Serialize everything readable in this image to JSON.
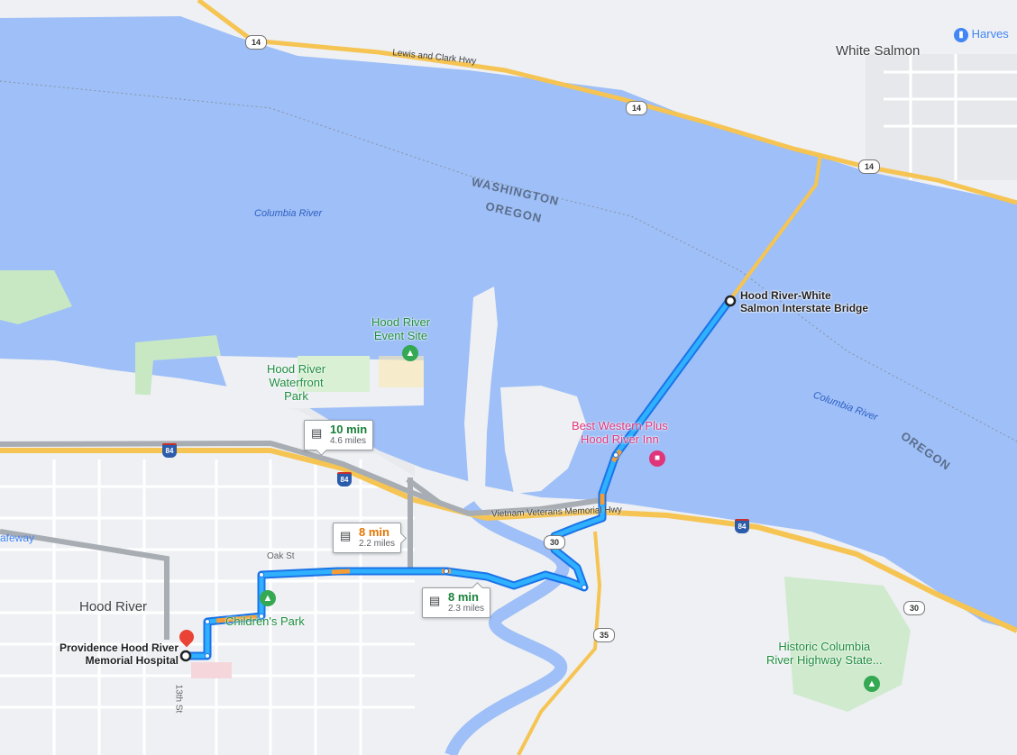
{
  "colors": {
    "water": "#9ebff7",
    "land": "#eef0f3",
    "urban": "#e3e5e8",
    "park": "#c8e8c4",
    "highway": "#f6c453",
    "primary_route": "#1a73e8",
    "route_fill": "#2fb1ff",
    "alt_route": "#a8adb3",
    "traffic_slow": "#f29d37",
    "eta_fast": "#188038",
    "eta_slow": "#e37400",
    "poi_pink": "#e0357b",
    "park_green": "#1e8e3e",
    "marker_red": "#ea4335"
  },
  "labels": {
    "white_salmon": "White Salmon",
    "harvest": "Harves",
    "hood_river_town": "Hood River",
    "safeway": "afeway",
    "columbia_river_1": "Columbia River",
    "columbia_river_2": "Columbia River",
    "state_washington": "WASHINGTON",
    "state_oregon": "OREGON",
    "state_oregon_2": "OREGON",
    "lewis_clark_hwy": "Lewis and Clark Hwy",
    "vietnam_hwy": "Vietnam Veterans Memorial Hwy",
    "oak_st": "Oak St",
    "thirteenth_st": "13th St",
    "bridge_line1": "Hood River-White",
    "bridge_line2": "Salmon Interstate Bridge",
    "event_site_1": "Hood River",
    "event_site_2": "Event Site",
    "waterfront_1": "Hood River",
    "waterfront_2": "Waterfront",
    "waterfront_3": "Park",
    "best_western_1": "Best Western Plus",
    "best_western_2": "Hood River Inn",
    "childrens_park": "Children's Park",
    "hospital_line1": "Providence Hood River",
    "hospital_line2": "Memorial Hospital",
    "historic_1": "Historic Columbia",
    "historic_2": "River Highway State..."
  },
  "route_shields": {
    "wa14_a": "14",
    "wa14_b": "14",
    "wa14_c": "14",
    "us30_a": "30",
    "us30_b": "30",
    "or35": "35",
    "i84_a": "84",
    "i84_b": "84",
    "i84_c": "84"
  },
  "routes": [
    {
      "id": "route-10min",
      "time": "10 min",
      "distance": "4.6 miles",
      "selected": false,
      "speed": "fast"
    },
    {
      "id": "route-8min-slow",
      "time": "8 min",
      "distance": "2.2 miles",
      "selected": false,
      "speed": "slow"
    },
    {
      "id": "route-8min",
      "time": "8 min",
      "distance": "2.3 miles",
      "selected": true,
      "speed": "fast"
    }
  ],
  "icons": {
    "car": "car-icon",
    "tree": "tree-icon",
    "hotel": "hotel-icon",
    "cart": "shopping-cart-icon",
    "pin": "map-pin-icon"
  }
}
